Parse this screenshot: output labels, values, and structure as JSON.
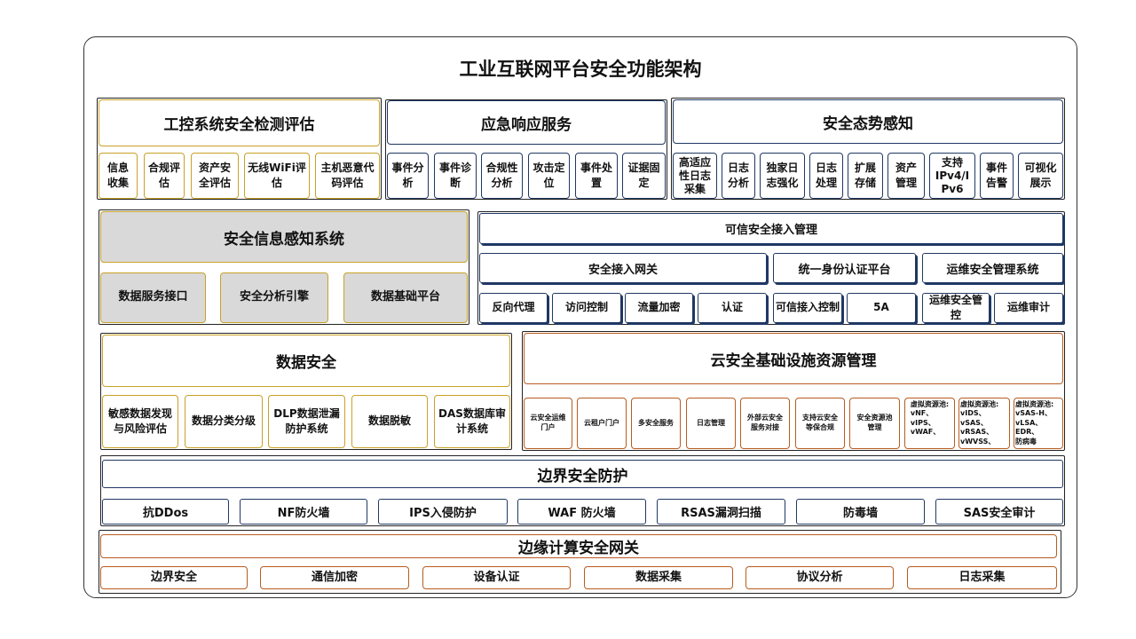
{
  "title": "工业互联网平台安全功能架构",
  "ics": {
    "title": "工控系统安全检测评估",
    "items": [
      "信息\n收集",
      "合规评\n估",
      "资产安\n全评估",
      "无线WiFi评\n估",
      "主机恶意代\n码评估"
    ]
  },
  "emergency": {
    "title": "应急响应服务",
    "items": [
      "事件分\n析",
      "事件诊\n断",
      "合规性\n分析",
      "攻击定\n位",
      "事件处\n置",
      "证据固\n定"
    ]
  },
  "situation": {
    "title": "安全态势感知",
    "items": [
      "高适应\n性日志\n采集",
      "日志\n分析",
      "独家日\n志强化",
      "日志\n处理",
      "扩展\n存储",
      "资产\n管理",
      "支持\nIPv4/I\nPv6",
      "事件\n告警",
      "可视化\n展示"
    ]
  },
  "info_sense": {
    "title": "安全信息感知系统",
    "items": [
      "数据服务接口",
      "安全分析引擎",
      "数据基础平台"
    ]
  },
  "trusted": {
    "title": "可信安全接入管理",
    "groups": [
      "安全接入网关",
      "统一身份认证平台",
      "运维安全管理系统"
    ],
    "items": [
      "反向代理",
      "访问控制",
      "流量加密",
      "认证",
      "可信接入控制",
      "5A",
      "运维安全管控",
      "运维审计"
    ]
  },
  "data_security": {
    "title": "数据安全",
    "items": [
      "敏感数据发现\n与风险评估",
      "数据分类分级",
      "DLP数据泄漏\n防护系统",
      "数据脱敏",
      "DAS数据库审\n计系统"
    ]
  },
  "cloud": {
    "title": "云安全基础设施资源管理",
    "items": [
      "云安全运维\n门户",
      "云租户门户",
      "多安全服务",
      "日志管理",
      "外部云安全\n服务对接",
      "支持云安全\n等保合规",
      "安全资源池\n管理",
      "虚拟资源池:\nvNF、\nvIPS、\nvWAF、",
      "虚拟资源池:\nvIDS、vSAS、\nvRSAS、\nvWVSS、",
      "虚拟资源池:\nvSAS-H、\nvLSA、EDR、\n防病毒"
    ]
  },
  "boundary": {
    "title": "边界安全防护",
    "items": [
      "抗DDos",
      "NF防火墙",
      "IPS入侵防护",
      "WAF 防火墙",
      "RSAS漏洞扫描",
      "防毒墙",
      "SAS安全审计"
    ]
  },
  "edge": {
    "title": "边缘计算安全网关",
    "items": [
      "边界安全",
      "通信加密",
      "设备认证",
      "数据采集",
      "协议分析",
      "日志采集"
    ]
  }
}
